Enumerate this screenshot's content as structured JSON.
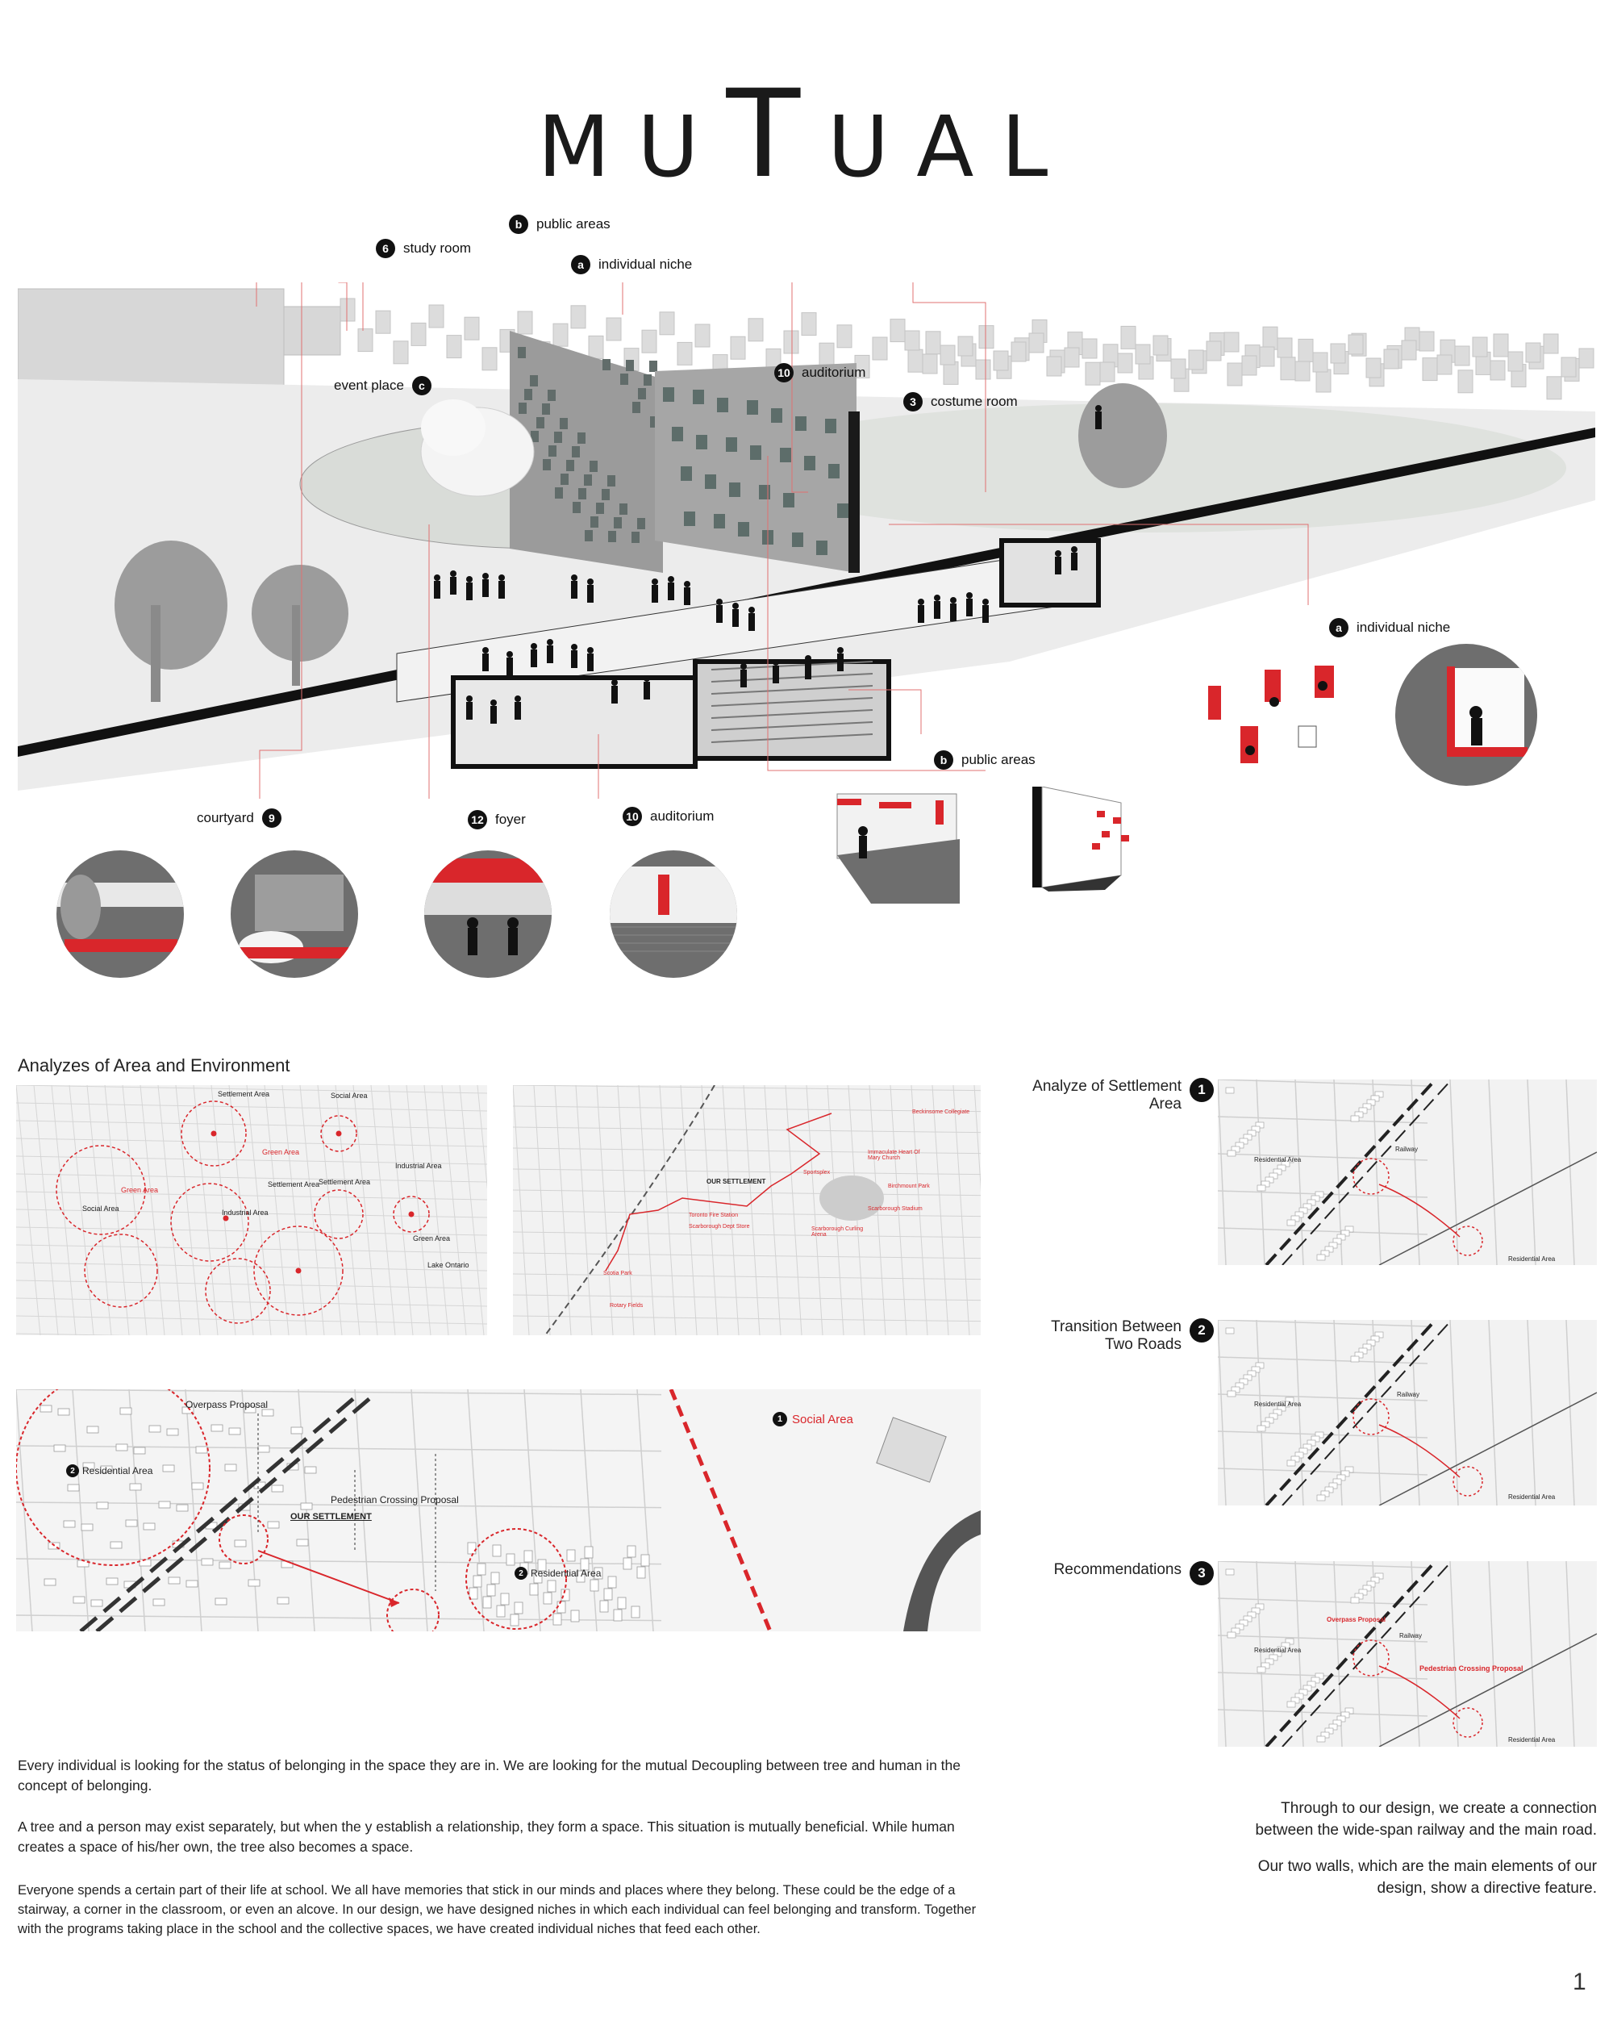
{
  "title": {
    "pre": "MU",
    "big": "T",
    "post": "UAL"
  },
  "section": {
    "labels": {
      "study_room": {
        "num": "6",
        "text": "study room"
      },
      "public_areas_top": {
        "num": "b",
        "text": "public areas"
      },
      "individual_niche_top": {
        "num": "a",
        "text": "individual niche"
      },
      "event_place": {
        "num": "c",
        "text": "event place"
      },
      "auditorium_top": {
        "num": "10",
        "text": "auditorium"
      },
      "costume_room": {
        "num": "3",
        "text": "costume room"
      },
      "individual_niche_right": {
        "num": "a",
        "text": "individual niche"
      },
      "public_areas_mid": {
        "num": "b",
        "text": "public areas"
      },
      "courtyard": {
        "num": "9",
        "text": "courtyard"
      },
      "foyer": {
        "num": "12",
        "text": "foyer"
      },
      "auditorium_bottom": {
        "num": "10",
        "text": "auditorium"
      }
    }
  },
  "analysis": {
    "heading": "Analyzes of Area and Environment",
    "map1_labels": [
      "Settlement Area",
      "Social Area",
      "Green Area",
      "Settlement Area",
      "Settlement Area",
      "Industrial Area",
      "Green Area",
      "Social Area",
      "Industrial Area",
      "Green Area",
      "Lake Ontario"
    ],
    "map2_labels": [
      "OUR SETTLEMENT",
      "Beckinsome Collegiate",
      "Immaculate Heart Of Mary Church",
      "Sportsplex",
      "Birchmount Park",
      "Scarborough Stadium",
      "Scarborough Curling Arena",
      "Toronto Fire Station",
      "Scarborough Dept Store",
      "Scotia Park",
      "Rotary Fields"
    ],
    "big_map": {
      "overpass": "Overpass Proposal",
      "residential_left": {
        "num": "2",
        "text": "Residential Area"
      },
      "pedestrian": "Pedestrian Crossing Proposal",
      "our_settlement": "OUR SETTLEMENT",
      "residential_center": {
        "num": "2",
        "text": "Residential Area"
      },
      "social": {
        "num": "1",
        "text": "Social Area"
      }
    }
  },
  "side": {
    "items": [
      {
        "num": "1",
        "text": "Analyze of Settlement Area"
      },
      {
        "num": "2",
        "text": "Transition Between Two Roads"
      },
      {
        "num": "3",
        "text": "Recommendations"
      }
    ],
    "map_labels": {
      "railway": "Railway",
      "residential": "Residential Area",
      "overpass": "Overpass Proposal",
      "pedestrian": "Pedestrian Crossing Proposal"
    }
  },
  "text": {
    "p1": "Every individual is looking for the status of belonging in the space they are in. We are looking for the mutual Decoupling between tree and human in the concept of belonging.",
    "p2": "A tree and a person may exist separately, but when the y establish a relationship, they form a space. This situation is mutually beneficial. While human creates a space of his/her own, the tree also becomes a space.",
    "p3": "Everyone spends a certain part of their life at school. We all have memories that stick in our minds and places where they belong. These could be the edge of a stairway, a corner in the classroom, or even an alcove. In our design, we have designed niches in which each individual can feel belonging and transform. Together with the programs taking place in the school and the collective spaces, we have created individual niches that feed each other.",
    "r1": "Through to our design, we create a connection between the wide-span railway and the main road.",
    "r2": "Our two walls, which are the main elements of our design, show a directive feature."
  },
  "page_number": "1",
  "colors": {
    "accent": "#d9262b",
    "dark": "#111111",
    "grey": "#6e6e6e"
  }
}
